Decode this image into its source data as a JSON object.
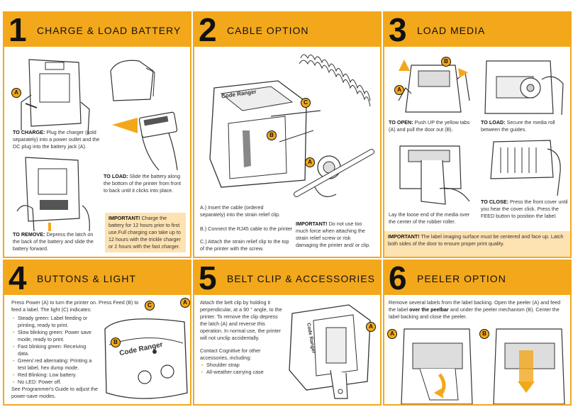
{
  "panels": {
    "p1": {
      "number": "1",
      "title": "CHARGE & LOAD BATTERY",
      "charge_head": "TO CHARGE:",
      "charge_body": " Plug the charger (sold separately) into a power outlet and the DC plug into the battery jack (A).",
      "load_head": "TO LOAD:",
      "load_body": " Slide the battery along the bottom of the printer from front to back until it clicks into place.",
      "important_head": "IMPORTANT!",
      "important_body": " Charge the battery for 12 hours prior to first use.Full charging can take up to 12 hours with the trickle charger or 2 hours with the fast charger.",
      "remove_head": "TO REMOVE:",
      "remove_body": " Depress the latch on the back of the battery and slide the battery forward.",
      "marker_a": "A"
    },
    "p2": {
      "number": "2",
      "title": "CABLE OPTION",
      "step_a": "A.) Insert the cable (ordered separately) into the strain relief clip.",
      "step_b": "B.) Connect the RJ45 cable to the printer.",
      "step_c": "C.) Attach the strain relief clip to the top of the printer with the screw.",
      "important_head": "IMPORTANT!",
      "important_body": " Do not use too much force when attaching the strain relief screw or risk damaging the printer and/ or clip.",
      "marker_a": "A",
      "marker_b": "B",
      "marker_c": "C",
      "printer_label": "Code Ranger"
    },
    "p3": {
      "number": "3",
      "title": "LOAD MEDIA",
      "open_head": "TO OPEN:",
      "open_body": " Push UP the yellow tabs (A) and pull the door out (B).",
      "load_head": "TO LOAD:",
      "load_body": " Secure the media roll between the guides.",
      "lay_body": "Lay the loose end of the media over the center of the rubber roller.",
      "close_head": "TO CLOSE:",
      "close_body": " Press the front cover until you hear the cover click. Press the FEED button to position the label.",
      "important_head": "IMPORTANT!",
      "important_body": " The label imaging surface must be centered and face up. Latch both sides of the door to ensure proper print quality.",
      "marker_a": "A",
      "marker_b": "B"
    },
    "p4": {
      "number": "4",
      "title": "BUTTONS & LIGHT",
      "intro": "Press Power (A) to turn the printer on. Press Feed (B) to feed a label. The light (C) indicates:",
      "items": [
        "Steady green: Label feeding or printing, ready to print.",
        "Slow blinking green: Power save mode, ready to print.",
        "Fast blinking green: Receiving data.",
        "Green/ red alternating: Printing a test label, hex dump mode.",
        "Red Blinking: Low battery.",
        "No LED: Power off."
      ],
      "outro": "See Programmer's Guide to adjust the power-save modes.",
      "marker_a": "A",
      "marker_b": "B",
      "marker_c": "C",
      "printer_label": "Code Ranger"
    },
    "p5": {
      "number": "5",
      "title": "BELT CLIP & ACCESSORIES",
      "body": "Attach the belt clip by holding it perpendicular, at a 90 ° angle, to the printer. To remove the clip depress the latch (A) and reverse this operation. In normal use, the printer will not unclip accidentally.",
      "contact": "Contact Cognitive for other accessories, including:",
      "items": [
        "Shoulder strap",
        "All-weather carrying case"
      ],
      "marker_a": "A",
      "printer_label": "Code Ranger"
    },
    "p6": {
      "number": "6",
      "title": "PEELER OPTION",
      "body_1": "Remove several labels from the label backing. Open the peeler (A) and feed the label ",
      "body_bold": "over the peelbar",
      "body_2": " and under the peeler mechanism (B). Center the label backing and close the peeler.",
      "marker_a": "A",
      "marker_b": "B"
    }
  },
  "colors": {
    "accent": "#f3a81b",
    "important_bg": "#fde2b2"
  }
}
